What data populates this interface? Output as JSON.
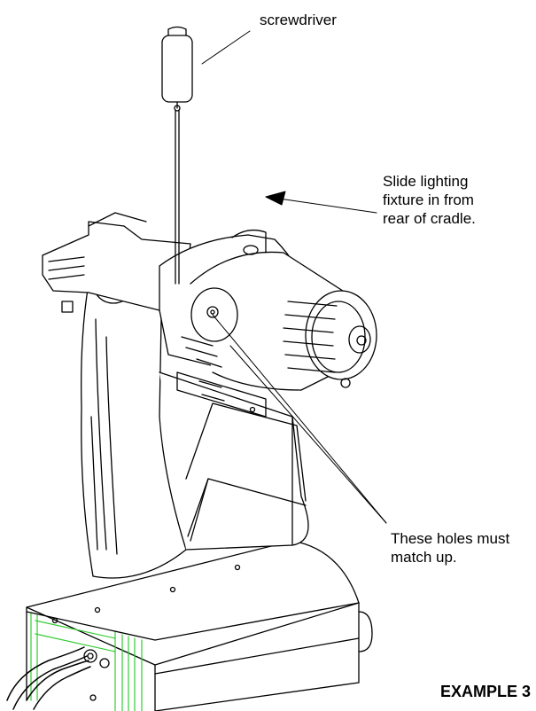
{
  "labels": {
    "screwdriver": "screwdriver",
    "slide_lines": [
      "Slide lighting",
      "fixture in from",
      "rear of cradle."
    ],
    "holes_lines": [
      "These holes must",
      "match up."
    ],
    "example": "EXAMPLE 3"
  },
  "colors": {
    "line": "#000000",
    "accent": "#33cc33",
    "background": "#ffffff"
  }
}
